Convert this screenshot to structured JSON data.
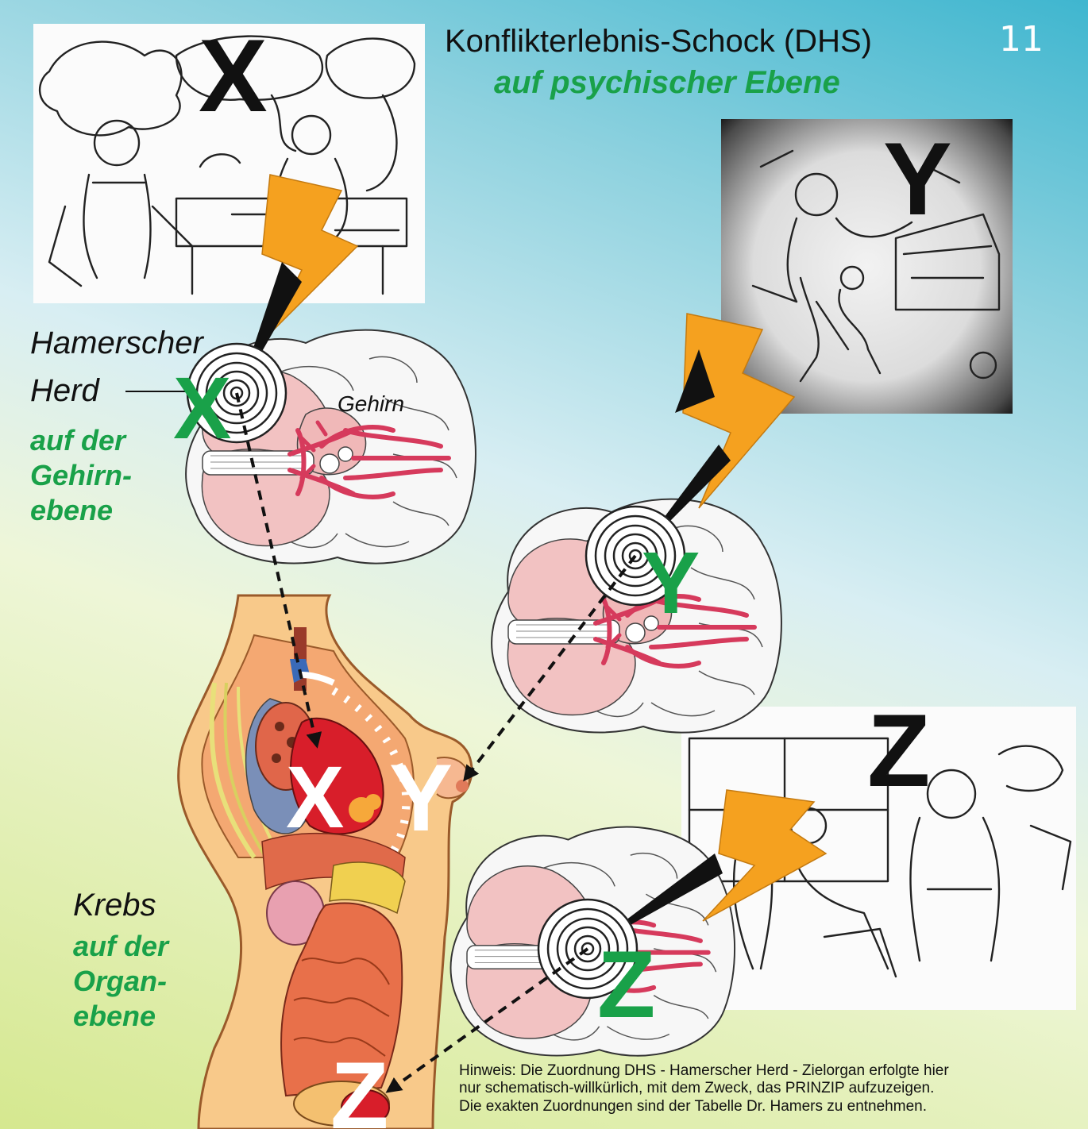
{
  "title": {
    "main": "Konflikterlebnis-Schock (DHS)",
    "sub": "auf psychischer Ebene",
    "page_number": "11"
  },
  "brain_level": {
    "label_line1": "Hamerscher",
    "label_line2": "Herd",
    "green_line1": "auf der",
    "green_line2": "Gehirn-",
    "green_line3": "ebene",
    "brain_label": "Gehirn"
  },
  "organ_level": {
    "label": "Krebs",
    "green_line1": "auf der",
    "green_line2": "Organ-",
    "green_line3": "ebene"
  },
  "letters": {
    "x": "X",
    "y": "Y",
    "z": "Z"
  },
  "note": {
    "line1": "Hinweis: Die Zuordnung DHS - Hamerscher Herd - Zielorgan erfolgte hier",
    "line2": "nur schematisch-willkürlich, mit dem Zweck, das PRINZIP aufzuzeigen.",
    "line3": "Die exakten Zuordnungen sind der Tabelle Dr. Hamers zu entnehmen."
  },
  "colors": {
    "green": "#19a149",
    "lightning": "#f5a11f",
    "vessel": "#d63a5c",
    "brain_pink": "#f2c2c2"
  }
}
